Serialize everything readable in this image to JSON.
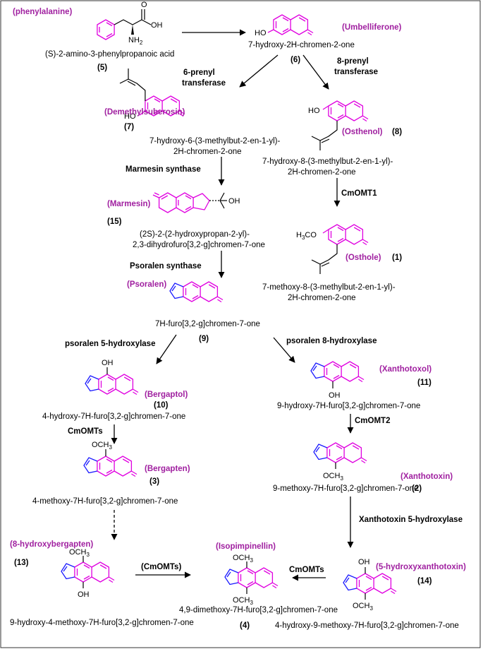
{
  "compounds": {
    "phenylalanine": {
      "name": "(phenylalanine)",
      "iupac": "(S)-2-amino-3-phenylpropanoic acid",
      "number": "(5)"
    },
    "umbelliferone": {
      "name": "(Umbelliferone)",
      "iupac": "7-hydroxy-2H-chromen-2-one",
      "number": "(6)"
    },
    "demethylsuberosin": {
      "name": "(Demethylsuberosin)",
      "iupac_line1": "7-hydroxy-6-(3-methylbut-2-en-1-yl)-",
      "iupac_line2": "2H-chromen-2-one",
      "number": "(7)"
    },
    "osthenol": {
      "name": "(Osthenol)",
      "iupac_line1": "7-hydroxy-8-(3-methylbut-2-en-1-yl)-",
      "iupac_line2": "2H-chromen-2-one",
      "number": "(8)"
    },
    "marmesin": {
      "name": "(Marmesin)",
      "iupac_line1": "(2S)-2-(2-hydroxypropan-2-yl)-",
      "iupac_line2": "2,3-dihydrofuro[3,2-g]chromen-7-one",
      "number": "(15)"
    },
    "osthole": {
      "name": "(Osthole)",
      "iupac_line1": "7-methoxy-8-(3-methylbut-2-en-1-yl)-",
      "iupac_line2": "2H-chromen-2-one",
      "number": "(1)"
    },
    "psoralen": {
      "name": "(Psoralen)",
      "iupac": "7H-furo[3,2-g]chromen-7-one",
      "number": "(9)"
    },
    "bergaptol": {
      "name": "(Bergaptol)",
      "iupac": "4-hydroxy-7H-furo[3,2-g]chromen-7-one",
      "number": "(10)"
    },
    "xanthotoxol": {
      "name": "(Xanthotoxol)",
      "iupac": "9-hydroxy-7H-furo[3,2-g]chromen-7-one",
      "number": "(11)"
    },
    "bergapten": {
      "name": "(Bergapten)",
      "iupac": "4-methoxy-7H-furo[3,2-g]chromen-7-one",
      "number": "(3)"
    },
    "xanthotoxin": {
      "name": "(Xanthotoxin)",
      "iupac": "9-methoxy-7H-furo[3,2-g]chromen-7-one",
      "number": "(2)"
    },
    "hydroxybergapten": {
      "name": "(8-hydroxybergapten)",
      "iupac": "9-hydroxy-4-methoxy-7H-furo[3,2-g]chromen-7-one",
      "number": "(13)"
    },
    "isopimpinellin": {
      "name": "(Isopimpinellin)",
      "iupac": "4,9-dimethoxy-7H-furo[3,2-g]chromen-7-one",
      "number": "(4)"
    },
    "hydroxyxanthotoxin": {
      "name": "(5-hydroxyxanthotoxin)",
      "iupac": "4-hydroxy-9-methoxy-7H-furo[3,2-g]chromen-7-one",
      "number": "(14)"
    }
  },
  "enzymes": {
    "prenyl6_line1": "6-prenyl",
    "prenyl6_line2": "transferase",
    "prenyl8_line1": "8-prenyl",
    "prenyl8_line2": "transferase",
    "marmesin_synthase": "Marmesin synthase",
    "cmomt1": "CmOMT1",
    "psoralen_synthase": "Psoralen synthase",
    "p5h": "psoralen 5-hydroxylase",
    "p8h": "psoralen 8-hydroxylase",
    "cmomts_bergapten": "CmOMTs",
    "cmomt2": "CmOMT2",
    "x5h": "Xanthotoxin 5-hydroxylase",
    "cmomts_paren": "(CmOMTs)",
    "cmomts_final": "CmOMTs"
  },
  "atoms": {
    "oh": "OH",
    "ho": "HO",
    "nh2": "NH",
    "nh2_sub": "2",
    "o": "O",
    "och3": "OCH",
    "och3_sub": "3",
    "h3co": "H",
    "h3co_sub": "3",
    "h3co_tail": "CO"
  },
  "colors": {
    "compound_name": "#a020a0",
    "bonds_magenta": "#e000e0",
    "bonds_blue": "#1a1aff"
  }
}
